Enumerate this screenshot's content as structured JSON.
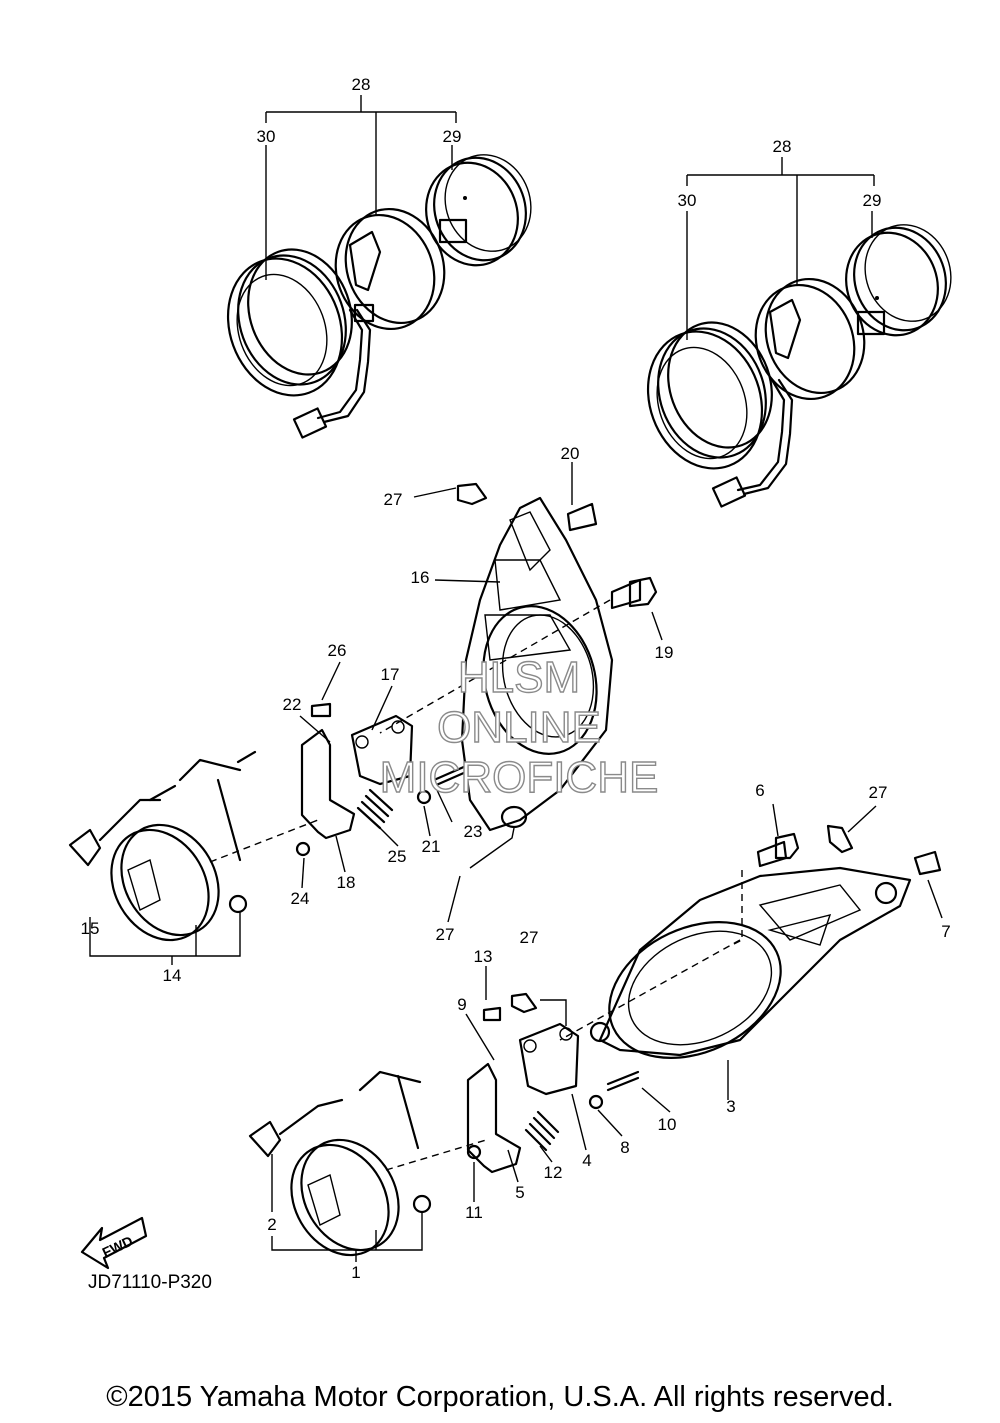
{
  "diagram": {
    "part_labels": [
      {
        "id": "l28a",
        "text": "28"
      },
      {
        "id": "l30a",
        "text": "30"
      },
      {
        "id": "l29a",
        "text": "29"
      },
      {
        "id": "l28b",
        "text": "28"
      },
      {
        "id": "l30b",
        "text": "30"
      },
      {
        "id": "l29b",
        "text": "29"
      },
      {
        "id": "l20",
        "text": "20"
      },
      {
        "id": "l27a",
        "text": "27"
      },
      {
        "id": "l16",
        "text": "16"
      },
      {
        "id": "l19",
        "text": "19"
      },
      {
        "id": "l26",
        "text": "26"
      },
      {
        "id": "l17",
        "text": "17"
      },
      {
        "id": "l22",
        "text": "22"
      },
      {
        "id": "l23",
        "text": "23"
      },
      {
        "id": "l21",
        "text": "21"
      },
      {
        "id": "l25",
        "text": "25"
      },
      {
        "id": "l18",
        "text": "18"
      },
      {
        "id": "l24",
        "text": "24"
      },
      {
        "id": "l27b",
        "text": "27"
      },
      {
        "id": "l15",
        "text": "15"
      },
      {
        "id": "l14",
        "text": "14"
      },
      {
        "id": "l6",
        "text": "6"
      },
      {
        "id": "l27c",
        "text": "27"
      },
      {
        "id": "l7",
        "text": "7"
      },
      {
        "id": "l13",
        "text": "13"
      },
      {
        "id": "l27d",
        "text": "27"
      },
      {
        "id": "l9",
        "text": "9"
      },
      {
        "id": "l3",
        "text": "3"
      },
      {
        "id": "l10",
        "text": "10"
      },
      {
        "id": "l8",
        "text": "8"
      },
      {
        "id": "l4",
        "text": "4"
      },
      {
        "id": "l12",
        "text": "12"
      },
      {
        "id": "l5",
        "text": "5"
      },
      {
        "id": "l11",
        "text": "11"
      },
      {
        "id": "l2",
        "text": "2"
      },
      {
        "id": "l1",
        "text": "1"
      }
    ],
    "watermark": [
      "HLSM",
      "ONLINE",
      "MICROFICHE"
    ],
    "direction_badge": "FWD",
    "diagram_code": "JD71110-P320",
    "copyright": "©2015 Yamaha Motor Corporation, U.S.A. All rights reserved."
  }
}
